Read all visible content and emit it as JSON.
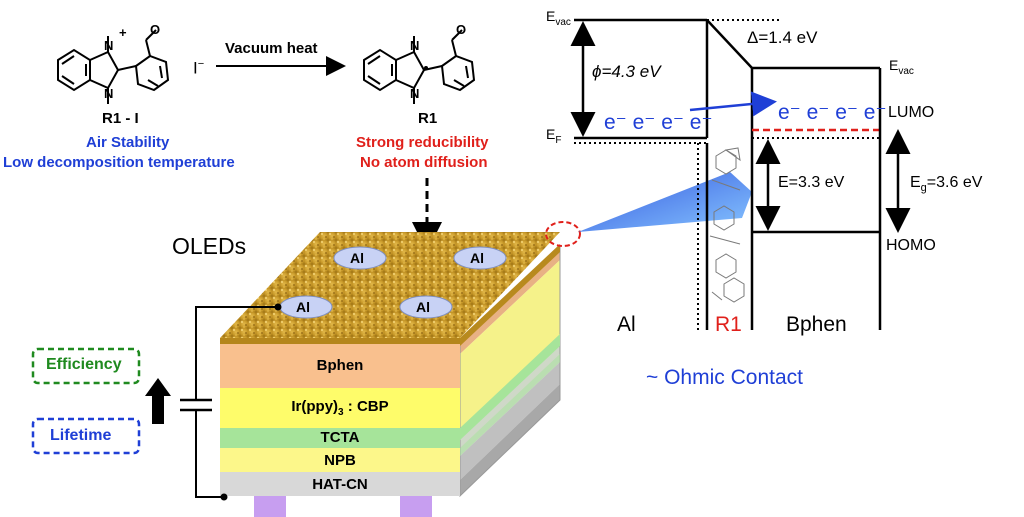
{
  "reaction": {
    "reactant_label": "R1 - I",
    "counter_ion": "I",
    "arrow_label": "Vacuum heat",
    "product_label": "R1",
    "reactant_notes": [
      "Air Stability",
      "Low decomposition temperature"
    ],
    "product_notes": [
      "Strong reducibility",
      "No atom diffusion"
    ]
  },
  "device": {
    "title": "OLEDs",
    "al_dots": [
      "Al",
      "Al",
      "Al",
      "Al"
    ],
    "layers": [
      "Bphen",
      "Ir(ppy)3 : CBP",
      "TCTA",
      "NPB",
      "HAT-CN"
    ],
    "efficiency_label": "Efficiency",
    "lifetime_label": "Lifetime"
  },
  "energy_diagram": {
    "evac_left": "E",
    "evac_left_sub": "vac",
    "evac_right": "E",
    "evac_right_sub": "vac",
    "ef_label": "E",
    "ef_sub": "F",
    "phi_label": "ϕ=4.3 eV",
    "delta_label": "Δ=1.4 eV",
    "electrons_left": "e⁻ e⁻ e⁻ e⁻",
    "electrons_right": "e⁻ e⁻ e⁻ e⁻",
    "lumo": "LUMO",
    "homo": "HOMO",
    "e_gap_label": "E=3.3 eV",
    "eg_label": "E",
    "eg_sub": "g",
    "eg_value": "=3.6 eV",
    "regions": [
      "Al",
      "R1",
      "Bphen"
    ],
    "ohmic": "~ Ohmic Contact"
  },
  "colors": {
    "blue": "#1f3fd6",
    "red": "#e0201b",
    "green": "#1f8a1f",
    "bphen": "#f9c08e",
    "emitter": "#fefc6a",
    "tcta": "#a6e49a",
    "npb": "#fcf78a",
    "hatcn": "#d8d8d8",
    "gold": "#c8a030"
  }
}
